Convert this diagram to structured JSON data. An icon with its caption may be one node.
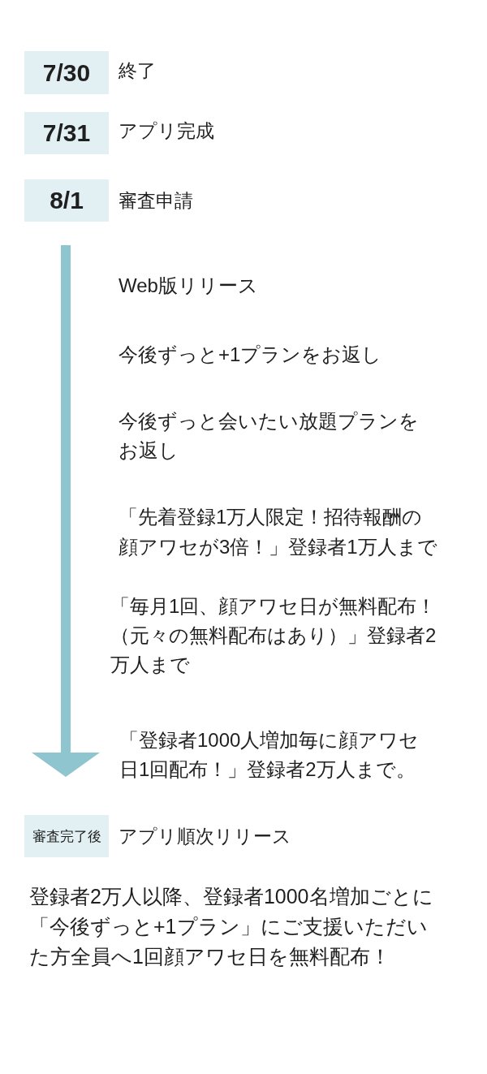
{
  "diagram": {
    "nodes": [
      {
        "text": [
          "7/30"
        ],
        "beside": [
          "終了"
        ]
      },
      {
        "text": [
          "7/31"
        ],
        "beside": [
          "アプリ完成"
        ]
      },
      {
        "text": [
          "8/1"
        ],
        "beside": [
          "審査申請"
        ]
      },
      {
        "text": [
          "審査完了後"
        ],
        "beside": [
          "アプリ順次リリース"
        ]
      }
    ],
    "edges": [
      {
        "from": 2,
        "to": 3,
        "arrow": "to"
      }
    ],
    "labels": [
      "Web版リリース",
      "今後ずっと+1プランをお返し",
      "今後ずっと会いたい放題プランをお返し",
      "「先着登録1万人限定！招待報酬の顔アワセが3倍！」登録者1万人まで",
      "「毎月1回、顔アワセ日が無料配布！（元々の無料配布はあり）」登録者2万人まで",
      "「登録者1000人増加毎に顔アワセ日1回配布！」登録者2万人まで。",
      "登録者2万人以降、登録者1000名増加ごとに「今後ずっと+1プラン」にご支援いただいた方全員へ1回顔アワセ日を無料配布！"
    ]
  }
}
